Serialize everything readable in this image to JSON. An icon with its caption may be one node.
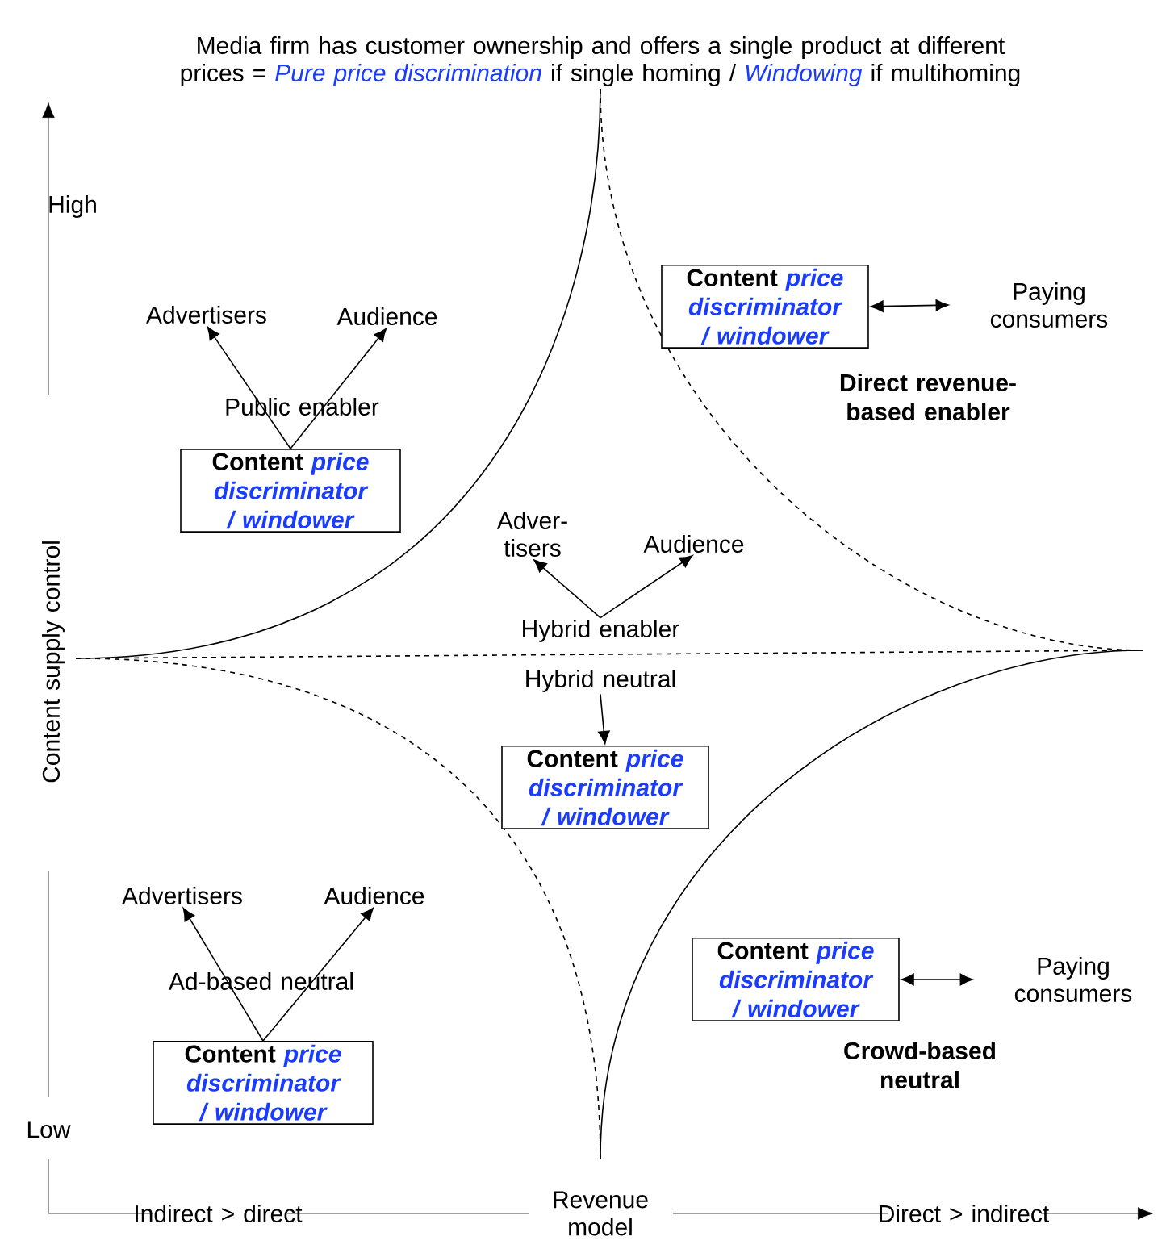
{
  "diagram": {
    "title": "Media firm has customer ownership and offers a single product at different prices = *Pure price discrimination* if single homing / *Windowing* if multihoming",
    "nodes": [
      {
        "text": [
          "Advertisers"
        ]
      },
      {
        "text": [
          "Audience"
        ]
      },
      {
        "text": [
          "Content *price discriminator / windower*"
        ],
        "beside": [
          "Public enabler"
        ]
      },
      {
        "text": [
          "Content *price discriminator / windower*"
        ],
        "beside": [
          "Direct revenue-based enabler"
        ]
      },
      {
        "text": [
          "Paying consumers"
        ]
      },
      {
        "text": [
          "Adver- tisers"
        ]
      },
      {
        "text": [
          "Audience"
        ]
      },
      {
        "text": [
          "Hybrid enabler"
        ]
      },
      {
        "text": [
          "Hybrid neutral"
        ]
      },
      {
        "text": [
          "Content *price discriminator / windower*"
        ]
      },
      {
        "text": [
          "Advertisers"
        ]
      },
      {
        "text": [
          "Audience"
        ]
      },
      {
        "text": [
          "Content *price discriminator / windower*"
        ],
        "beside": [
          "Ad-based neutral"
        ]
      },
      {
        "text": [
          "Content *price discriminator / windower*"
        ],
        "beside": [
          "Crowd-based neutral"
        ]
      },
      {
        "text": [
          "Paying consumers"
        ]
      }
    ],
    "edges": [
      {
        "from": 2,
        "to": 0,
        "arrow": "to"
      },
      {
        "from": 2,
        "to": 1,
        "arrow": "to"
      },
      {
        "from": 3,
        "to": 4,
        "arrow": "both"
      },
      {
        "from": 7,
        "to": 5,
        "arrow": "to"
      },
      {
        "from": 7,
        "to": 6,
        "arrow": "to"
      },
      {
        "from": 8,
        "to": 9,
        "arrow": "to"
      },
      {
        "from": 12,
        "to": 10,
        "arrow": "to"
      },
      {
        "from": 12,
        "to": 11,
        "arrow": "to"
      },
      {
        "from": 13,
        "to": 14,
        "arrow": "both"
      }
    ],
    "labels": [
      "High",
      "Content supply control",
      "Low",
      "Indirect > direct",
      "Revenue model",
      "Direct > indirect"
    ]
  }
}
